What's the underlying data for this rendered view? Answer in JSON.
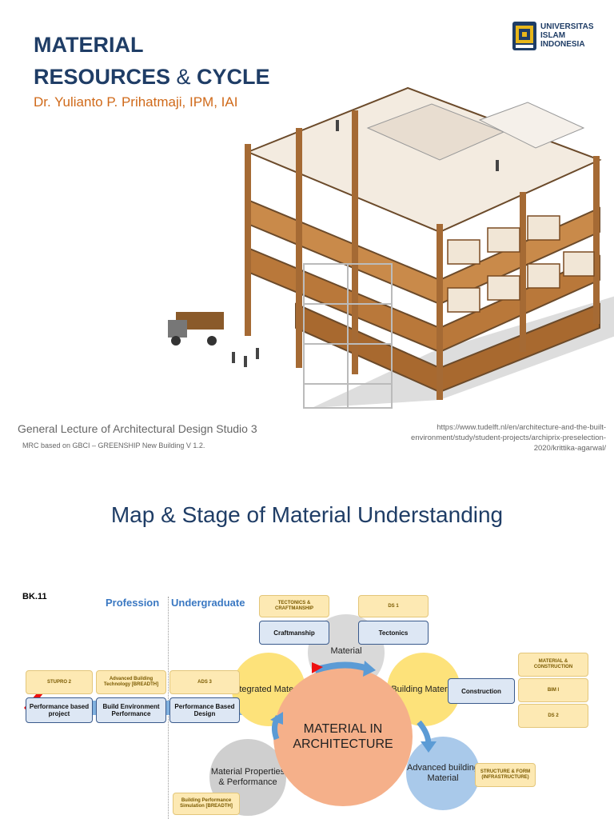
{
  "slide1": {
    "title_line1": "MATERIAL",
    "title_line2_a": "RESOURCES",
    "title_line2_amp": " & ",
    "title_line2_b": "CYCLE",
    "author": "Dr. Yulianto P. Prihatmaji, IPM, IAI",
    "logo_lines": [
      "UNIVERSITAS",
      "ISLAM",
      "INDONESIA"
    ],
    "lecture": "General Lecture of Architectural Design Studio 3",
    "mrc": "MRC  based on GBCI – GREENSHIP New Building V 1.2.",
    "url": "https://www.tudelft.nl/en/architecture-and-the-built-environment/study/student-projects/archiprix-preselection-2020/krittika-agarwal/"
  },
  "slide2": {
    "title": "Map & Stage of Material Understanding",
    "bk": "BK.11",
    "profession": "Profession",
    "undergraduate": "Undergraduate",
    "center": "MATERIAL IN ARCHITECTURE",
    "circles": {
      "material": "Material",
      "integrated": "Integrated Material",
      "building": "Building Material",
      "advanced": "Advanced building Material",
      "properties": "Material Properties & Performance"
    },
    "boxes": {
      "tectonics_craft": "TECTONICS & CRAFTMANSHIP",
      "ds1": "DS 1",
      "craftmanship": "Craftmanship",
      "tectonics": "Tectonics",
      "stupro": "STUPRO 2",
      "adv_tech": "Advanced Building Technology [BREADTH]",
      "ads3": "ADS 3",
      "perf_project": "Performance based project",
      "build_env": "Build Environment Performance",
      "perf_design": "Performance Based Design",
      "mat_constr": "MATERIAL & CONSTRUCTION",
      "bim": "BIM I",
      "ds2": "DS 2",
      "construction": "Construction",
      "struct_form": "STRUCTURE & FORM (INFRASTRUCTURE)",
      "bps": "Building Performance Simulation [BREADTH]"
    },
    "colors": {
      "navy": "#1f3d66",
      "orange": "#d06a1a",
      "accent_blue": "#3a78c2"
    }
  }
}
